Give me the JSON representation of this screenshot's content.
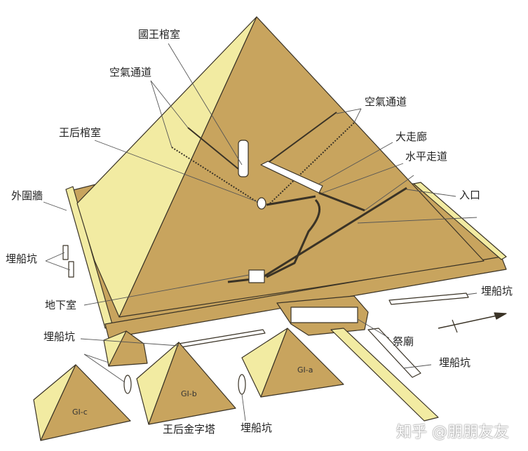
{
  "labels": {
    "king_chamber": "國王棺室",
    "air_shaft_left": "空氣通道",
    "air_shaft_right": "空氣通道",
    "queen_chamber": "王后棺室",
    "grand_gallery": "大走廊",
    "horizontal_passage": "水平走道",
    "entrance": "入口",
    "enclosure_wall": "外圍牆",
    "boat_pit_left": "埋船坑",
    "subterranean_chamber": "地下室",
    "boat_pit_lower_left": "埋船坑",
    "boat_pit_right": "埋船坑",
    "mortuary_temple": "祭廟",
    "boat_pit_causeway": "埋船坑",
    "boat_pit_bottom": "埋船坑",
    "queens_pyramids": "王后金字塔",
    "gi_a": "GI-a",
    "gi_b": "GI-b",
    "gi_c": "GI-c"
  },
  "watermark": "知乎 @朋朋友友",
  "colors": {
    "tan": "#c8a45e",
    "light": "#f2eba2",
    "outline": "#3a3326"
  }
}
